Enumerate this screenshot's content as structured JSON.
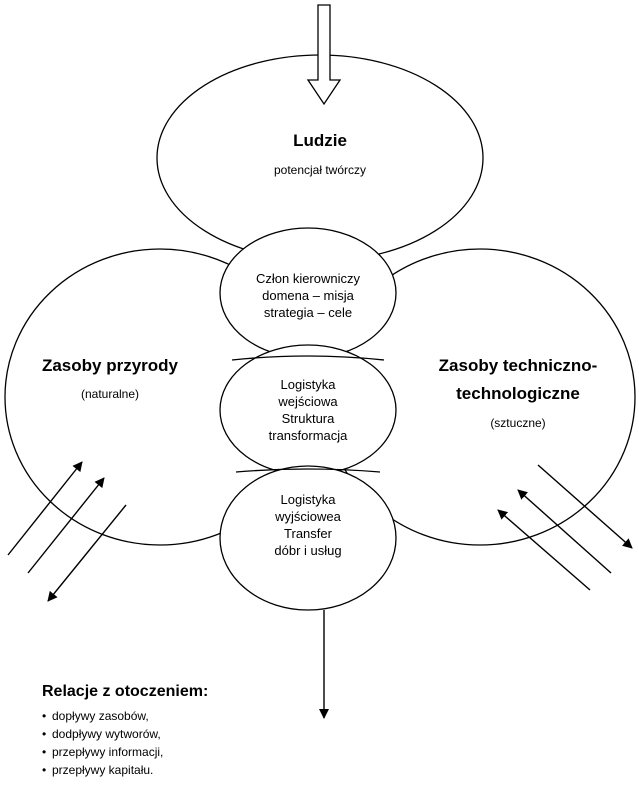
{
  "top_circle": {
    "title": "Ludzie",
    "subtitle": "potencjał twórczy"
  },
  "left_circle": {
    "title": "Zasoby przyrody",
    "subtitle": "(naturalne)"
  },
  "right_circle": {
    "title_line1": "Zasoby techniczno-",
    "title_line2": "technologiczne",
    "subtitle": "(sztuczne)"
  },
  "center": {
    "top": [
      "Człon kierowniczy",
      "domena – misja",
      "strategia – cele"
    ],
    "middle": [
      "Logistyka",
      "wejściowa",
      "Struktura",
      "transformacja"
    ],
    "bottom": [
      "Logistyka",
      "wyjściowea",
      "Transfer",
      "dóbr i usług"
    ]
  },
  "legend": {
    "title": "Relacje z otoczeniem:",
    "items": [
      "dopływy zasobów,",
      "dodpływy wytworów,",
      "przepływy informacji,",
      "przepływy kapitału."
    ]
  }
}
